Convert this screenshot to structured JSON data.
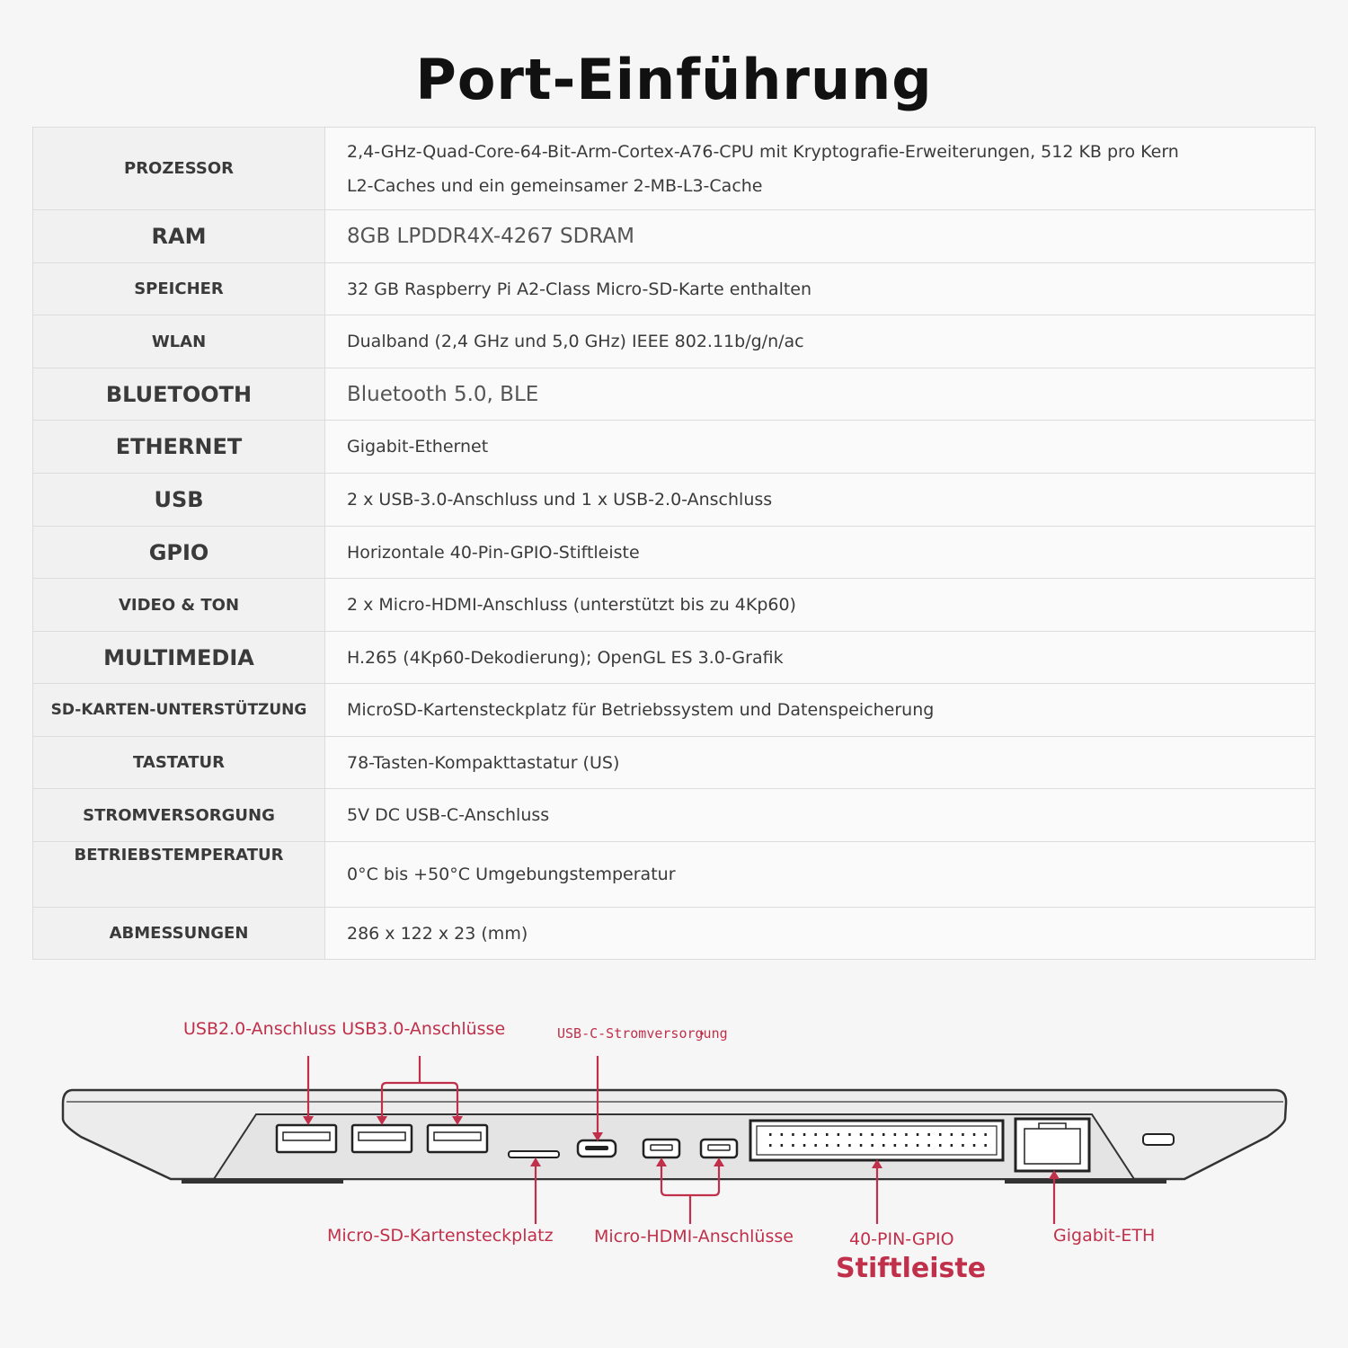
{
  "title": "Port-Einführung",
  "specs": [
    {
      "label": "PROZESSOR",
      "value_line1": "2,4-GHz-Quad-Core-64-Bit-Arm-Cortex-A76-CPU mit Kryptografie-Erweiterungen, 512 KB pro Kern",
      "value_line2": "L2-Caches und ein gemeinsamer 2-MB-L3-Cache"
    },
    {
      "label": "RAM",
      "value": "8GB LPDDR4X-4267 SDRAM"
    },
    {
      "label": "SPEICHER",
      "value": "32 GB Raspberry Pi A2-Class Micro-SD-Karte enthalten"
    },
    {
      "label": "WLAN",
      "value": "Dualband (2,4 GHz und 5,0 GHz) IEEE 802.11b/g/n/ac"
    },
    {
      "label": "BLUETOOTH",
      "value": "Bluetooth 5.0, BLE"
    },
    {
      "label": "ETHERNET",
      "value": "Gigabit-Ethernet"
    },
    {
      "label": "USB",
      "value": "2 x USB-3.0-Anschluss und 1 x USB-2.0-Anschluss"
    },
    {
      "label": "GPIO",
      "value": "Horizontale 40-Pin-GPIO-Stiftleiste"
    },
    {
      "label": "VIDEO & TON",
      "value": "2 x Micro-HDMI-Anschluss (unterstützt bis zu 4Kp60)"
    },
    {
      "label": "MULTIMEDIA",
      "value": "H.265 (4Kp60-Dekodierung); OpenGL ES 3.0-Grafik"
    },
    {
      "label": "SD-KARTEN-UNTERSTÜTZUNG",
      "value": "MicroSD-Kartensteckplatz für Betriebssystem und Datenspeicherung"
    },
    {
      "label": "TASTATUR",
      "value": "78-Tasten-Kompakttastatur (US)"
    },
    {
      "label": "STROMVERSORGUNG",
      "value": "5V DC USB-C-Anschluss"
    },
    {
      "label": "BETRIEBSTEMPERATUR",
      "value": "0°C bis +50°C Umgebungstemperatur"
    },
    {
      "label": "ABMESSUNGEN",
      "value": "286 x 122 x 23 (mm)"
    }
  ],
  "ports": {
    "usb_labels": "USB2.0-Anschluss USB3.0-Anschlüsse",
    "usb_c": "USB-C-Stromversorgung",
    "micro_sd": "Micro-SD-Kartensteckplatz",
    "micro_hdmi": "Micro-HDMI-Anschlüsse",
    "gpio_line1": "40-PIN-GPIO",
    "gpio_line2": "Stiftleiste",
    "eth": "Gigabit-ETH"
  },
  "colors": {
    "accent": "#c0304a",
    "device": "#e9e9e9",
    "outline": "#333333"
  }
}
